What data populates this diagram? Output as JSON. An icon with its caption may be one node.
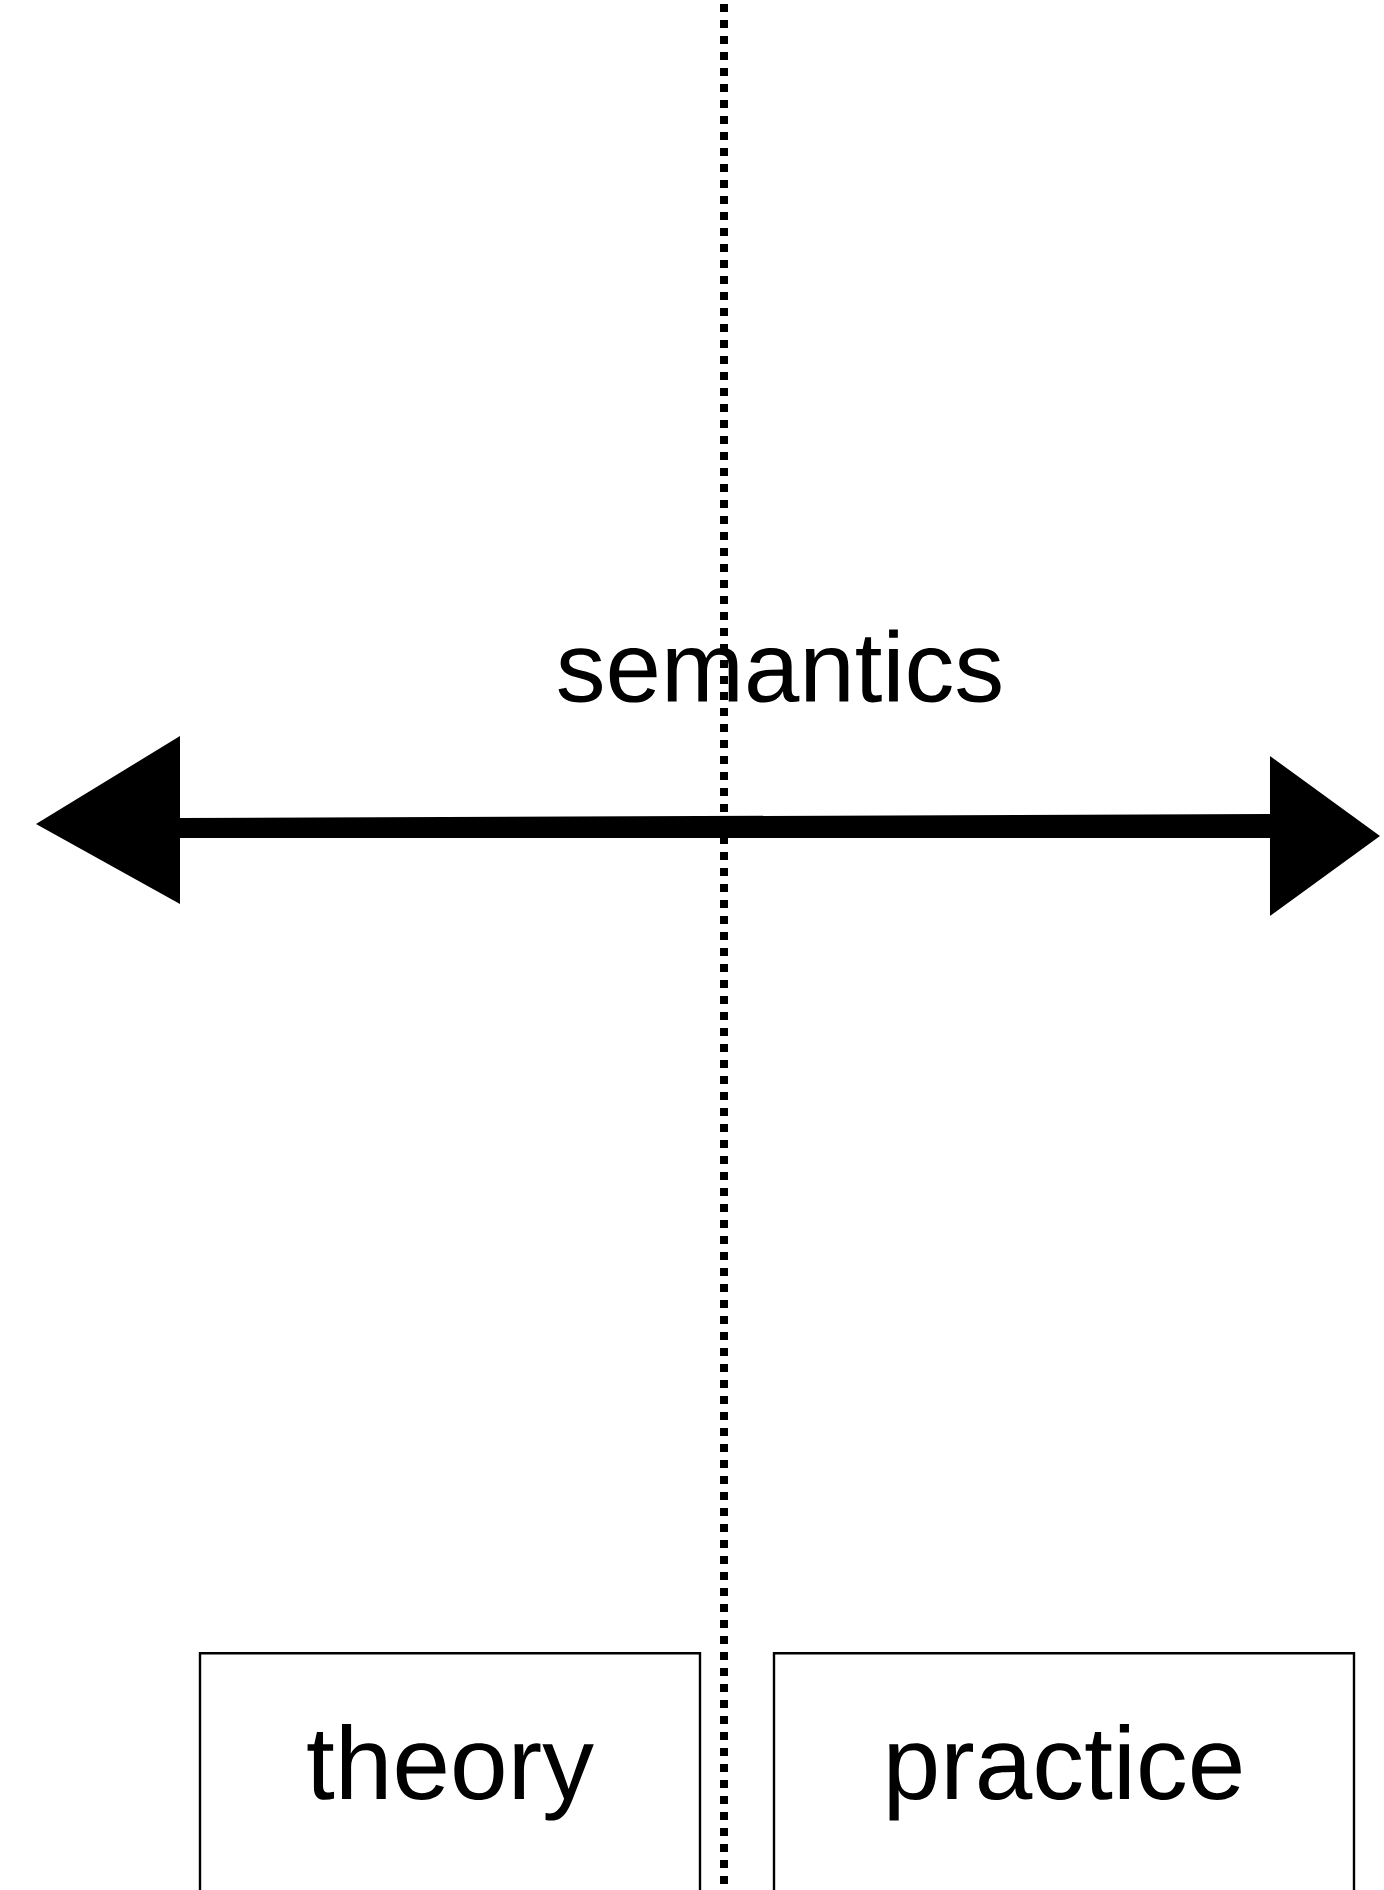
{
  "diagram": {
    "nodes": [
      {
        "text": [
          "theory"
        ]
      },
      {
        "text": [
          "practice"
        ]
      }
    ],
    "labels": [
      "semantics"
    ]
  }
}
